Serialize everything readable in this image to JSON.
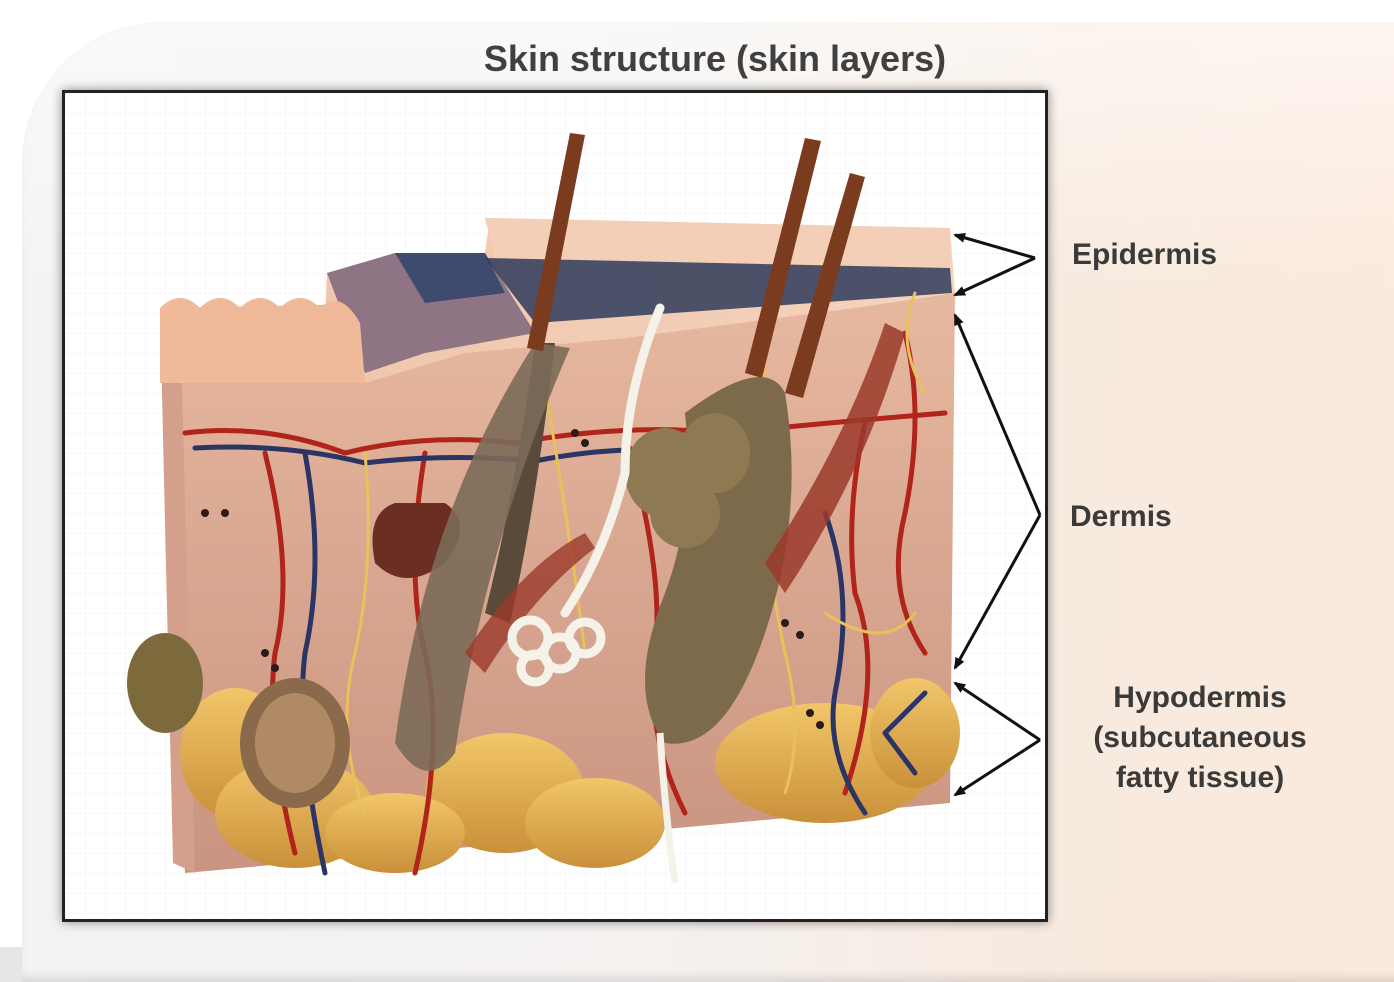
{
  "slide": {
    "title": "Skin structure (skin layers)"
  },
  "labels": {
    "epidermis": "Epidermis",
    "dermis": "Dermis",
    "hypodermis_line1": "Hypodermis",
    "hypodermis_line2": "(subcutaneous",
    "hypodermis_line3": "fatty tissue)"
  },
  "colors": {
    "epidermis": "#f0b99a",
    "dermis": "#d9a58a",
    "hypodermis_fat": "#e9b75a",
    "vessel_red": "#b0241c",
    "vessel_blue": "#2a3566",
    "nerve_yellow": "#e8c15a",
    "hair_brown": "#6a3a1c",
    "gland_olive": "#8a7a4a"
  }
}
